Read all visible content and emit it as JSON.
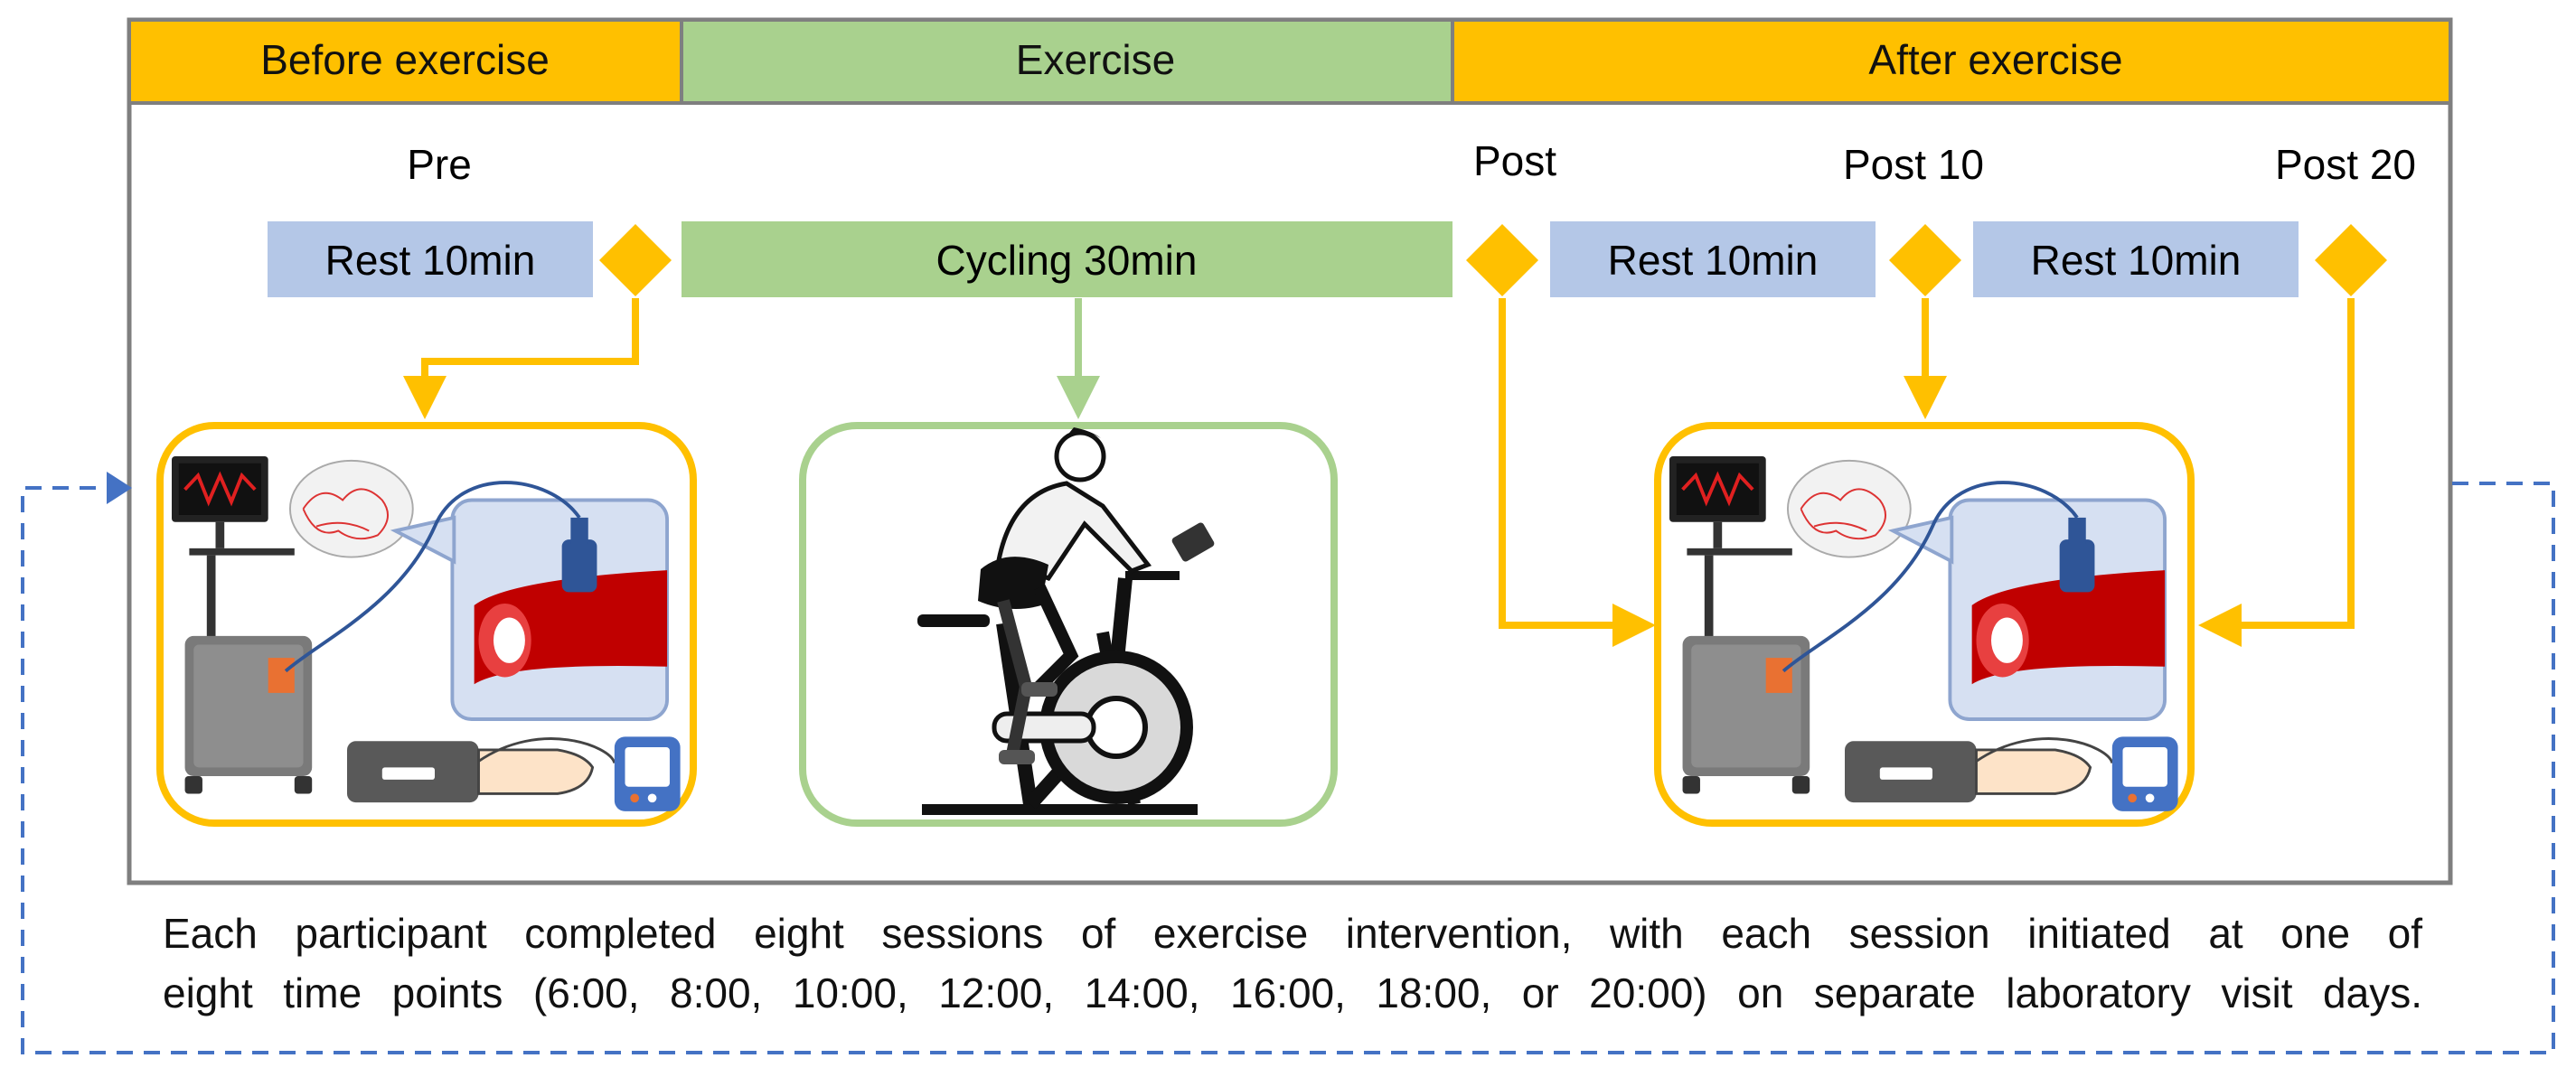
{
  "colors": {
    "phase_orange": "#ffc000",
    "phase_green": "#a9d18e",
    "rest_blue": "#b4c7e7",
    "frame_gray": "#7f7f7f",
    "arrow_orange": "#ffc000",
    "arrow_green": "#a9d18e",
    "loop_blue": "#4472c4"
  },
  "phases": {
    "before": "Before exercise",
    "exercise": "Exercise",
    "after": "After exercise"
  },
  "timepoints": {
    "pre": "Pre",
    "post": "Post",
    "post10": "Post 10",
    "post20": "Post 20"
  },
  "blocks": {
    "rest_pre": "Rest 10min",
    "cycling": "Cycling 30min",
    "rest_post_1": "Rest 10min",
    "rest_post_2": "Rest 10min"
  },
  "illustrations": {
    "measurement_setup": "vascular-measurement-setup",
    "cyclist": "stationary-bike-cyclist"
  },
  "caption": {
    "line1": "Each participant completed eight sessions of exercise intervention, with each session initiated at one of",
    "line2": "eight time points (6:00, 8:00, 10:00, 12:00, 14:00, 16:00, 18:00, or 20:00) on separate laboratory visit days."
  }
}
